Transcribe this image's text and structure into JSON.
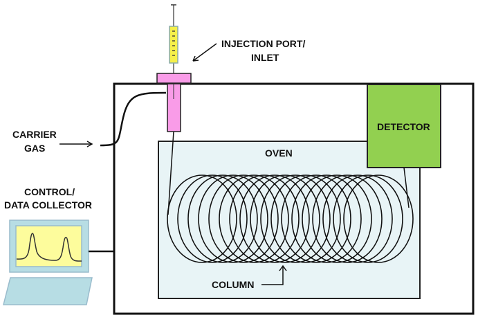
{
  "labels": {
    "injection_line1": "INJECTION PORT/",
    "injection_line2": "INLET",
    "carrier_line1": "CARRIER",
    "carrier_line2": "GAS",
    "control_line1": "CONTROL/",
    "control_line2": "DATA COLLECTOR",
    "detector": "DETECTOR",
    "oven": "OVEN",
    "column": "COLUMN"
  },
  "colors": {
    "oven_fill": "#e8f4f6",
    "detector_fill": "#92d050",
    "injector_fill": "#f99ce8",
    "syringe_fill": "#f5f04a",
    "monitor_fill": "#b7dde4",
    "screen_fill": "#fdfc9c"
  }
}
